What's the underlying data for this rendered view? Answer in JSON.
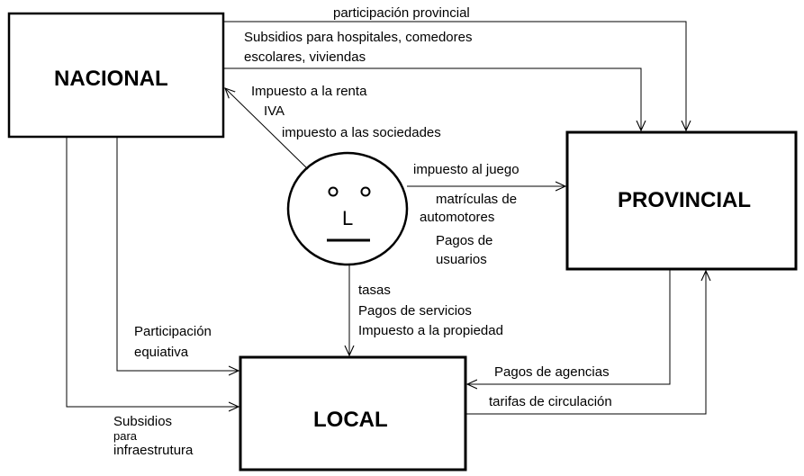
{
  "nodes": {
    "nacional": "NACIONAL",
    "provincial": "PROVINCIAL",
    "local": "LOCAL"
  },
  "edges": {
    "nacional_to_provincial": {
      "participacion": "participación provincial",
      "subsidios_1": "Subsidios para hospitales, comedores",
      "subsidios_2": "escolares,  viviendas"
    },
    "citizen_to_nacional": {
      "renta": "Impuesto a la renta",
      "iva": "IVA",
      "sociedades": "impuesto a las sociedades"
    },
    "citizen_to_provincial": {
      "juego": "impuesto al juego",
      "matriculas_1": "matrículas de",
      "matriculas_2": "automotores",
      "pagos_1": "Pagos de",
      "pagos_2": "usuarios"
    },
    "citizen_to_local": {
      "tasas": "tasas",
      "servicios": "Pagos de servicios",
      "propiedad": "Impuesto a la propiedad"
    },
    "nacional_to_local": {
      "participacion_1": "Participación",
      "participacion_2": "equiativa",
      "subsidios_1": "Subsidios",
      "subsidios_2": "para",
      "subsidios_3": "infraestrutura"
    },
    "provincial_local": {
      "agencias": "Pagos de agencias",
      "tarifas": "tarifas de circulación"
    }
  },
  "citizen_face": {
    "nose": "L"
  }
}
